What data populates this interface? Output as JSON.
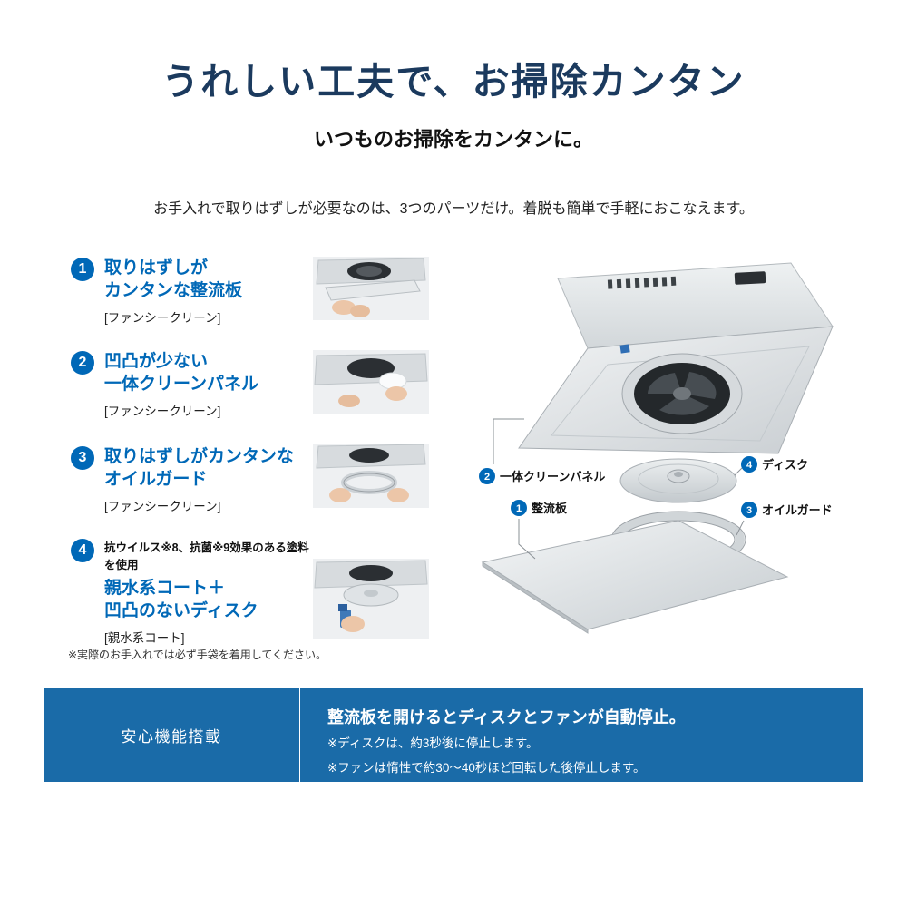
{
  "header": {
    "title": "うれしい工夫で、お掃除カンタン",
    "subtitle": "いつものお掃除をカンタンに。",
    "description": "お手入れで取りはずしが必要なのは、3つのパーツだけ。着脱も簡単で手軽におこなえます。"
  },
  "features": [
    {
      "num": "1",
      "line1": "取りはずしが",
      "line2": "カンタンな整流板",
      "tag": "[ファンシークリーン]"
    },
    {
      "num": "2",
      "line1": "凹凸が少ない",
      "line2": "一体クリーンパネル",
      "tag": "[ファンシークリーン]"
    },
    {
      "num": "3",
      "line1": "取りはずしがカンタンな",
      "line2": "オイルガード",
      "tag": "[ファンシークリーン]"
    },
    {
      "num": "4",
      "pre": "抗ウイルス※8、抗菌※9効果のある塗料を使用",
      "line1": "親水系コート＋",
      "line2": "凹凸のないディスク",
      "tag": "[親水系コート]"
    }
  ],
  "diagram": {
    "labels": [
      {
        "num": "2",
        "text": "一体クリーンパネル"
      },
      {
        "num": "4",
        "text": "ディスク"
      },
      {
        "num": "1",
        "text": "整流板"
      },
      {
        "num": "3",
        "text": "オイルガード"
      }
    ]
  },
  "footnote": "※実際のお手入れでは必ず手袋を着用してください。",
  "banner": {
    "left_label": "安心機能搭載",
    "title": "整流板を開けるとディスクとファンが自動停止。",
    "note1": "※ディスクは、約3秒後に停止します。",
    "note2": "※ファンは惰性で約30～40秒ほど回転した後停止します。"
  },
  "colors": {
    "accent_blue": "#0068b7",
    "title_navy": "#1b3a5e",
    "banner_blue": "#1a6ba8"
  }
}
